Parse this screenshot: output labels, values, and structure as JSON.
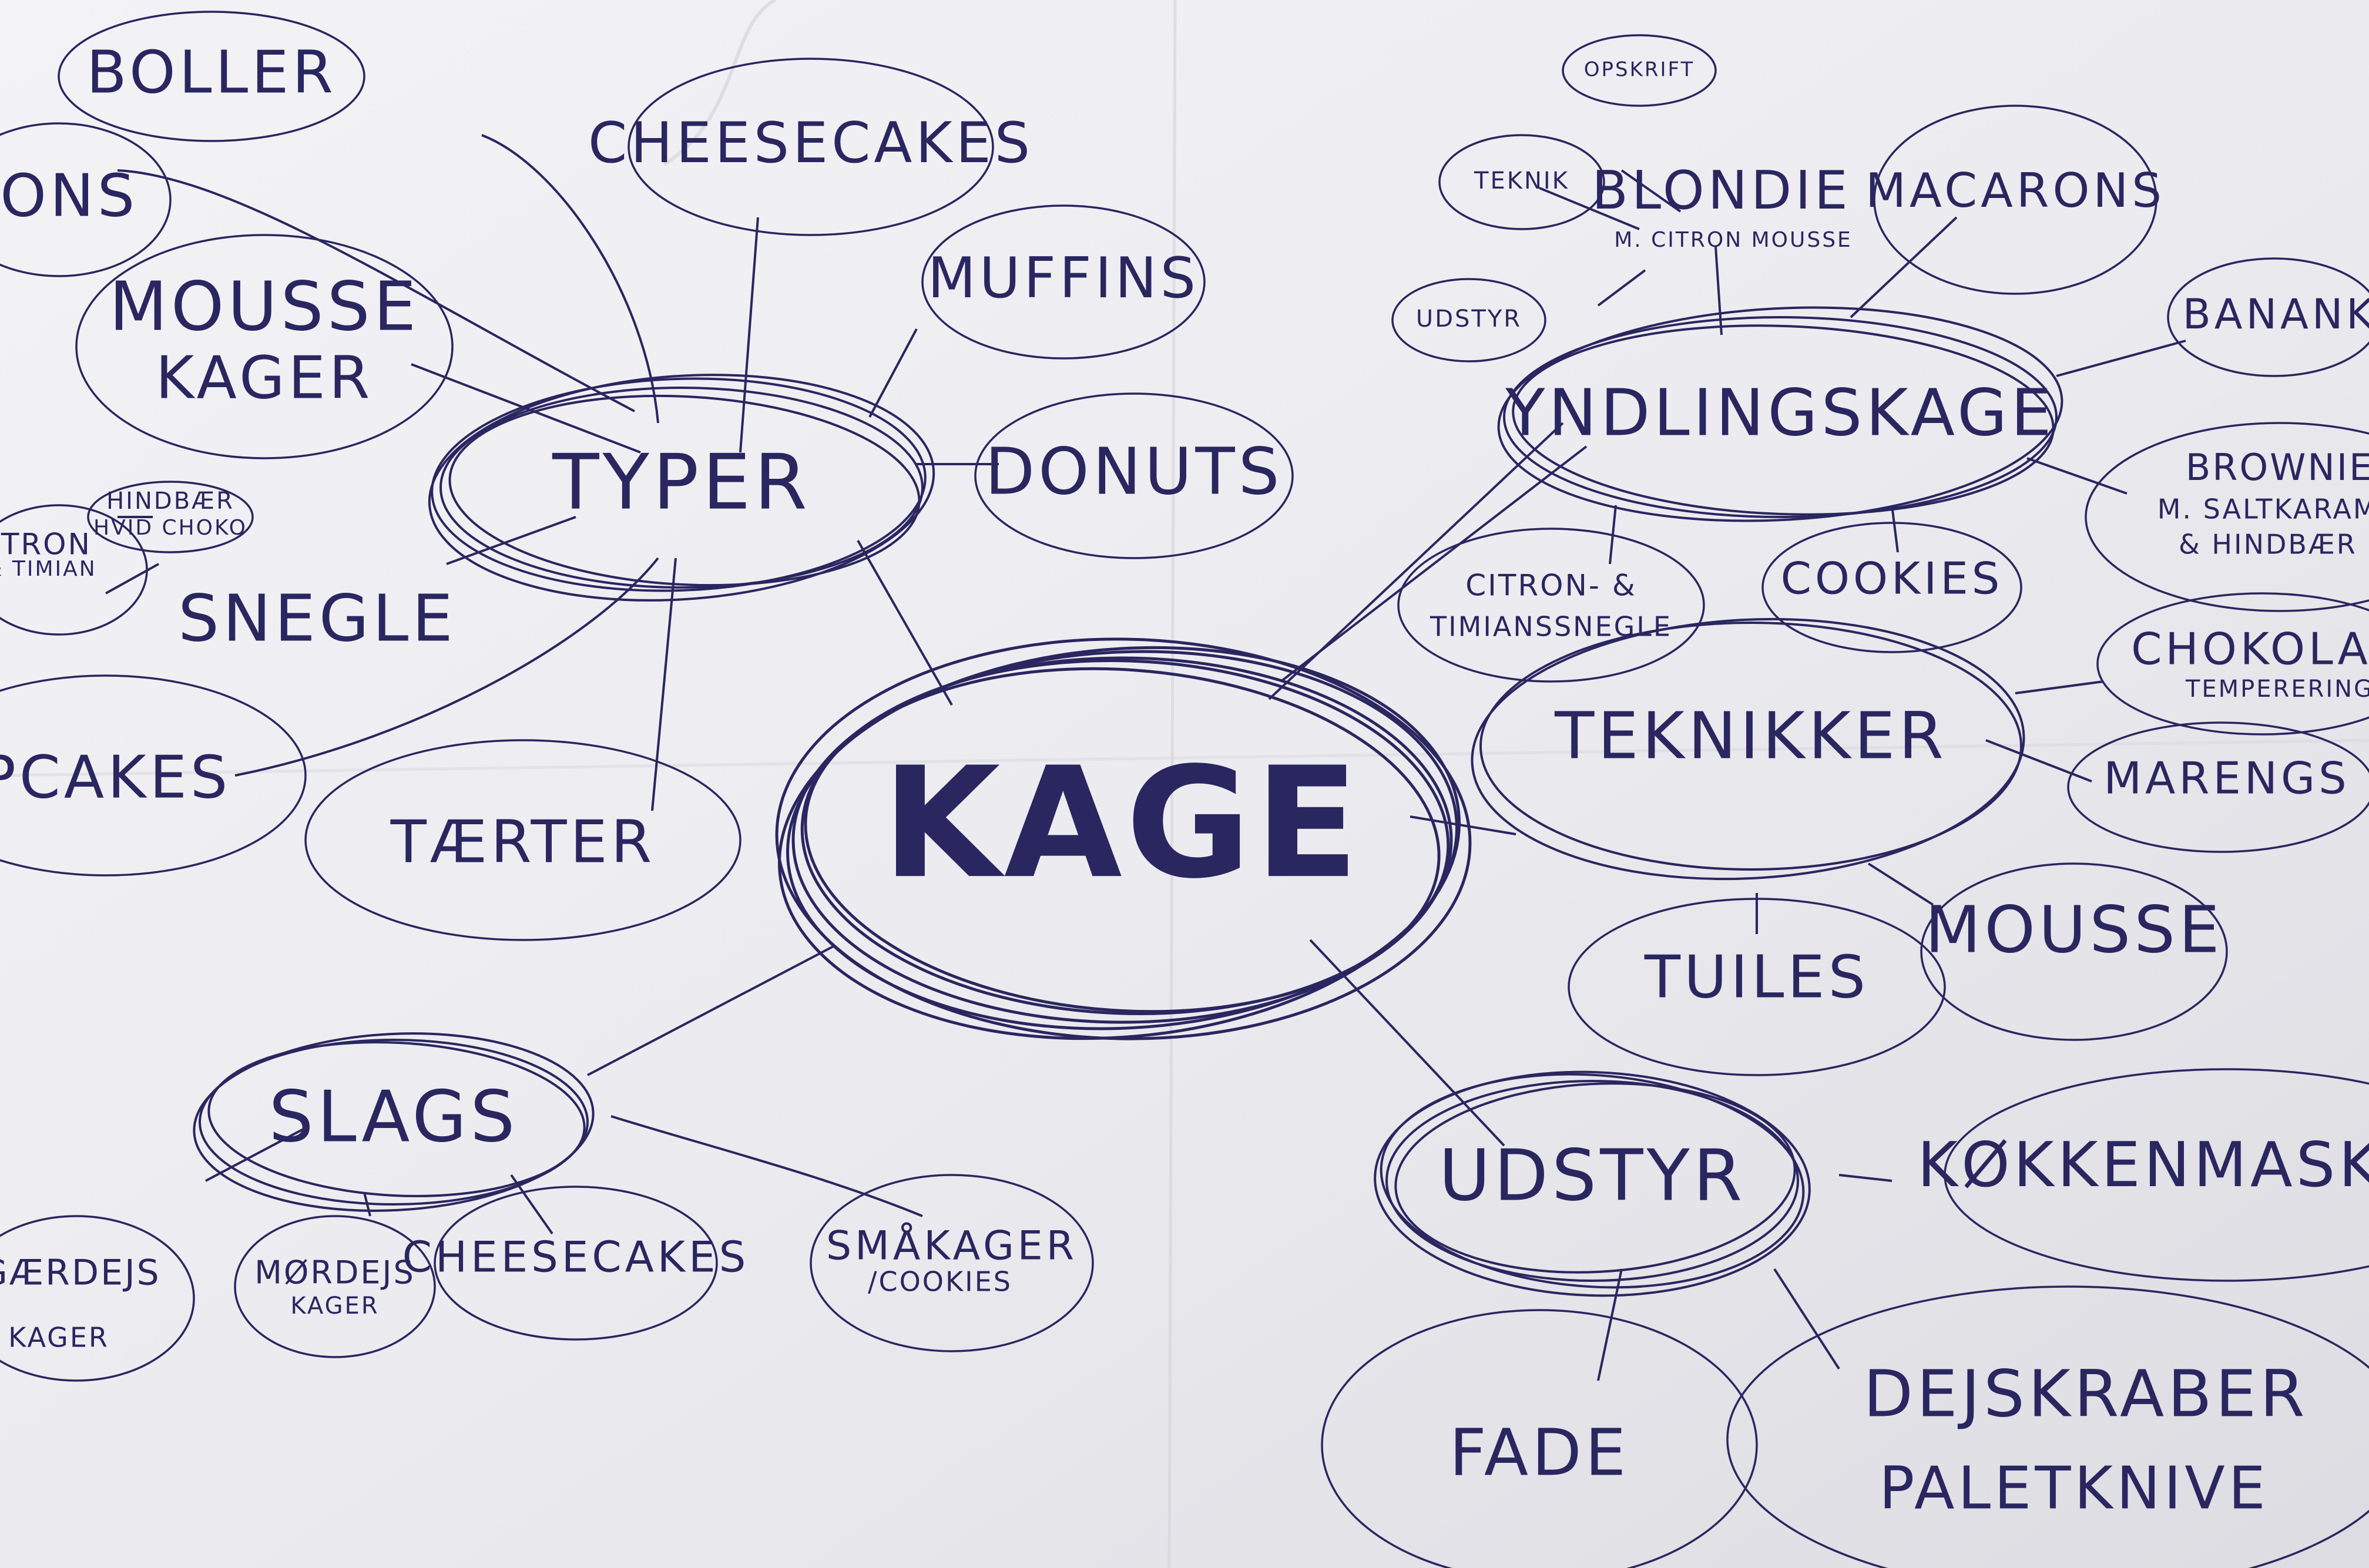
{
  "center": {
    "label": "KAGE"
  },
  "branches": [
    {
      "label": "TYPER"
    },
    {
      "label": "YNDLINGSKAGE"
    },
    {
      "label": "TEKNIKKER"
    },
    {
      "label": "UDSTYR"
    },
    {
      "label": "SLAGS"
    }
  ],
  "leaves": {
    "boller": "BOLLER",
    "macarons_left": "RONS",
    "cheesecakes_top": "CHEESECAKES",
    "muffins": "MUFFINS",
    "mousse_kager_1": "MOUSSE",
    "mousse_kager_2": "KAGER",
    "donuts": "DONUTS",
    "hindbaer_1": "HINDBÆR",
    "hindbaer_2": "HVID CHOKO",
    "citron_left_1": "ITRON",
    "citron_left_2": "& TIMIAN",
    "snegle": "SNEGLE",
    "cupcakes": "PCAKES",
    "taerter": "TÆRTER",
    "opskrift": "OPSKRIFT",
    "teknik": "TEKNIK",
    "blondie_1": "BLONDIE",
    "blondie_2": "M. CITRON MOUSSE",
    "udstyr_small": "UDSTYR",
    "macarons_right": "MACARONS",
    "banan": "BANANK",
    "brownie_1": "BROWNIE",
    "brownie_2": "M. SALTKARAMEL",
    "brownie_3": "& HINDBÆR M",
    "citron_timian_1": "CITRON- &",
    "citron_timian_2": "TIMIANSSNEGLE",
    "cookies": "COOKIES",
    "chokolade_1": "CHOKOLADE",
    "chokolade_2": "TEMPERERING",
    "marengs": "MARENGS",
    "tuiles": "TUILES",
    "mousse_right": "MOUSSE",
    "koekkenmaskine": "KØKKENMASKIN",
    "fade": "FADE",
    "dejskraber_1": "DEJSKRABER",
    "dejskraber_2": "PALETKNIVE",
    "gaerdej_1": "GÆRDEJS",
    "gaerdej_2": "KAGER",
    "moerdej_1": "MØRDEJS",
    "moerdej_2": "KAGER",
    "cheesecakes_bottom": "CHEESECAKES",
    "smaakager_1": "SMÅKAGER",
    "smaakager_2": "/COOKIES"
  },
  "colors": {
    "ink": "#2a2660",
    "paper": "#f1f1f4"
  }
}
